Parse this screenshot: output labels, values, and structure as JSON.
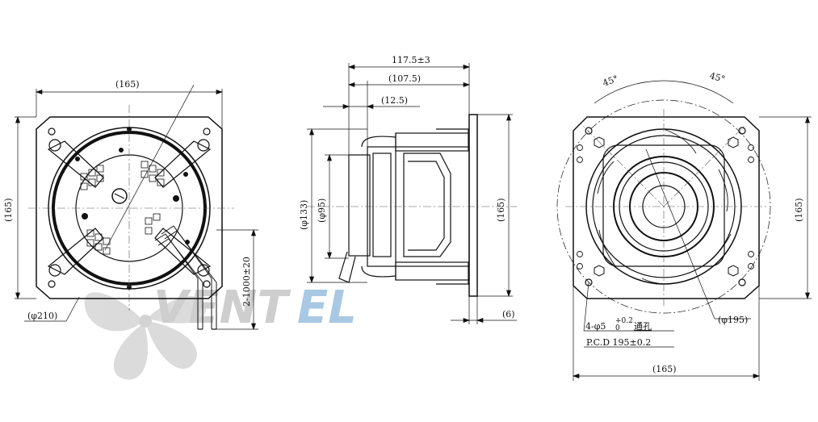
{
  "labels": {
    "left_width": "(165)",
    "left_height": "(165)",
    "left_phi210": "(φ210)",
    "left_cable": "2-1000±20",
    "side_117": "117.5±3",
    "side_107": "(107.5)",
    "side_12": "(12.5)",
    "side_phi133": "(φ133)",
    "side_phi95": "(φ95)",
    "side_165": "(165)",
    "side_6": "(6)",
    "right_45a": "45°",
    "right_45b": "45°",
    "right_165v": "(165)",
    "right_165h": "(165)",
    "right_phi195": "(φ195)",
    "right_holes": "4-φ5",
    "right_hole_tol_up": "+0.2",
    "right_hole_tol_dn": "0",
    "right_hole_through": "通孔",
    "right_pcd": "P.C.D 195±0.2"
  },
  "watermark": {
    "brand_a": "VENT",
    "brand_b": "EL",
    "color_a": "#c9c9c9",
    "color_b": "#9fc3e0"
  }
}
